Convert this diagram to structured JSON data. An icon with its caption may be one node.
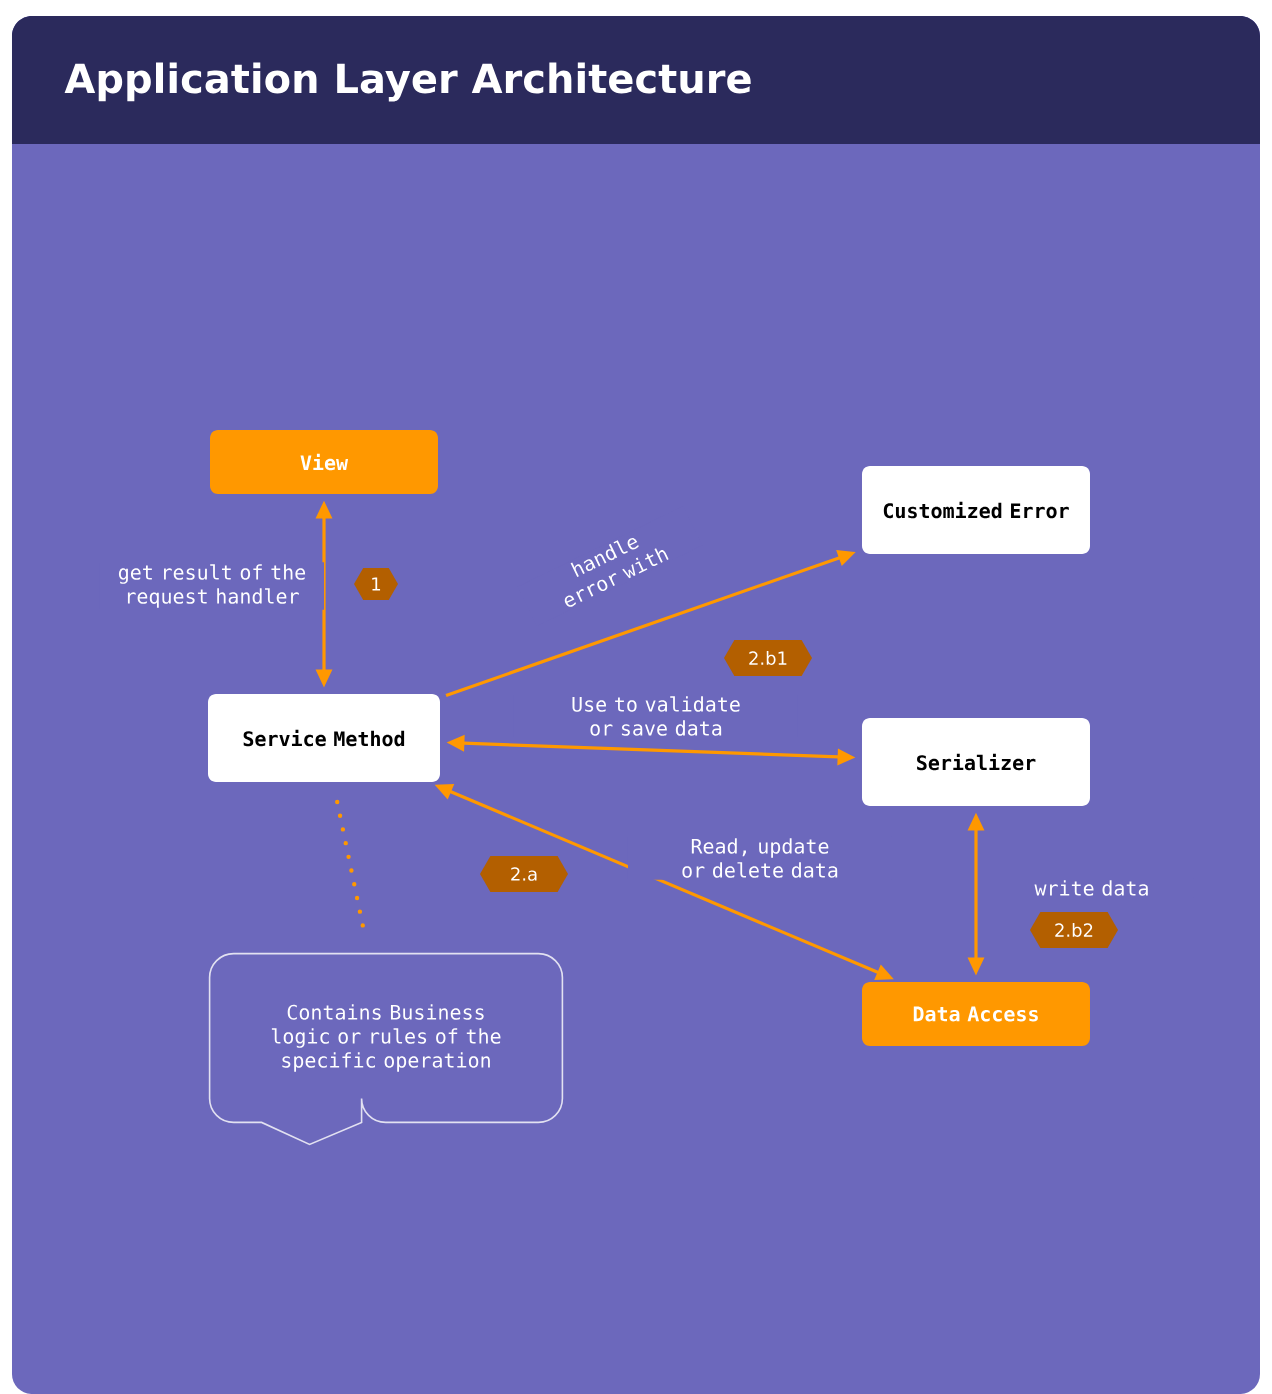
{
  "diagram": {
    "title": "Application Layer Architecture",
    "nodes": [
      {
        "text": [
          "View"
        ]
      },
      {
        "text": [
          "Customized Error"
        ]
      },
      {
        "text": [
          "Service Method"
        ]
      },
      {
        "text": [
          "Serializer"
        ]
      },
      {
        "text": [
          "Data Access"
        ]
      },
      {
        "text": [
          "Contains Business logic or rules of the specific operation"
        ]
      },
      {
        "text": [
          "1"
        ]
      },
      {
        "text": [
          "2.b1"
        ]
      },
      {
        "text": [
          "2.a"
        ]
      },
      {
        "text": [
          "2.b2"
        ]
      }
    ],
    "edges": [
      {
        "from": 0,
        "to": 2,
        "arrow": "both",
        "label": "get result of the request handler"
      },
      {
        "from": 2,
        "to": 1,
        "arrow": "to",
        "label": "handle error with"
      },
      {
        "from": 2,
        "to": 3,
        "arrow": "both",
        "label": "Use to validate or save data"
      },
      {
        "from": 2,
        "to": 4,
        "arrow": "both",
        "label": "Read, update  or delete data"
      },
      {
        "from": 3,
        "to": 4,
        "arrow": "both",
        "label": "write data"
      },
      {
        "from": 2,
        "to": 5,
        "arrow": "none",
        "style": "dashed"
      }
    ]
  }
}
